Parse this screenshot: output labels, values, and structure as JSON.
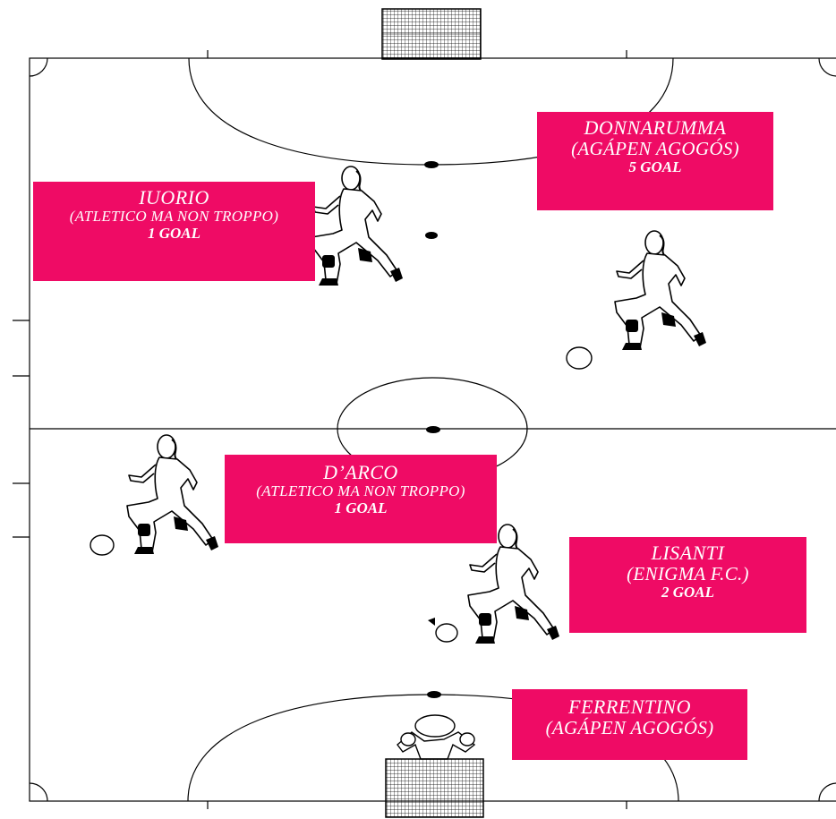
{
  "players": [
    {
      "id": "iuorio",
      "name": "IUORIO",
      "team": "(ATLETICO MA NON TROPPO)",
      "goals": "1 GOAL"
    },
    {
      "id": "donnarumma",
      "name": "DONNARUMMA",
      "team": "(AGÁPEN AGOGÓS)",
      "goals": "5 GOAL"
    },
    {
      "id": "darco",
      "name": "D’ARCO",
      "team": "(ATLETICO MA NON TROPPO)",
      "goals": "1 GOAL"
    },
    {
      "id": "lisanti",
      "name": "LISANTI",
      "team": "(ENIGMA F.C.)",
      "goals": "2 GOAL"
    },
    {
      "id": "ferrentino",
      "name": "FERRENTINO",
      "team": "(AGÁPEN AGOGÓS)"
    }
  ],
  "colors": {
    "label_bg": "#ef0b65",
    "label_text": "#ffffff",
    "lines": "#000000",
    "field": "#ffffff"
  },
  "icons": [
    "goal-net-icon",
    "player-silhouette-icon",
    "ball-icon",
    "goalkeeper-icon"
  ]
}
